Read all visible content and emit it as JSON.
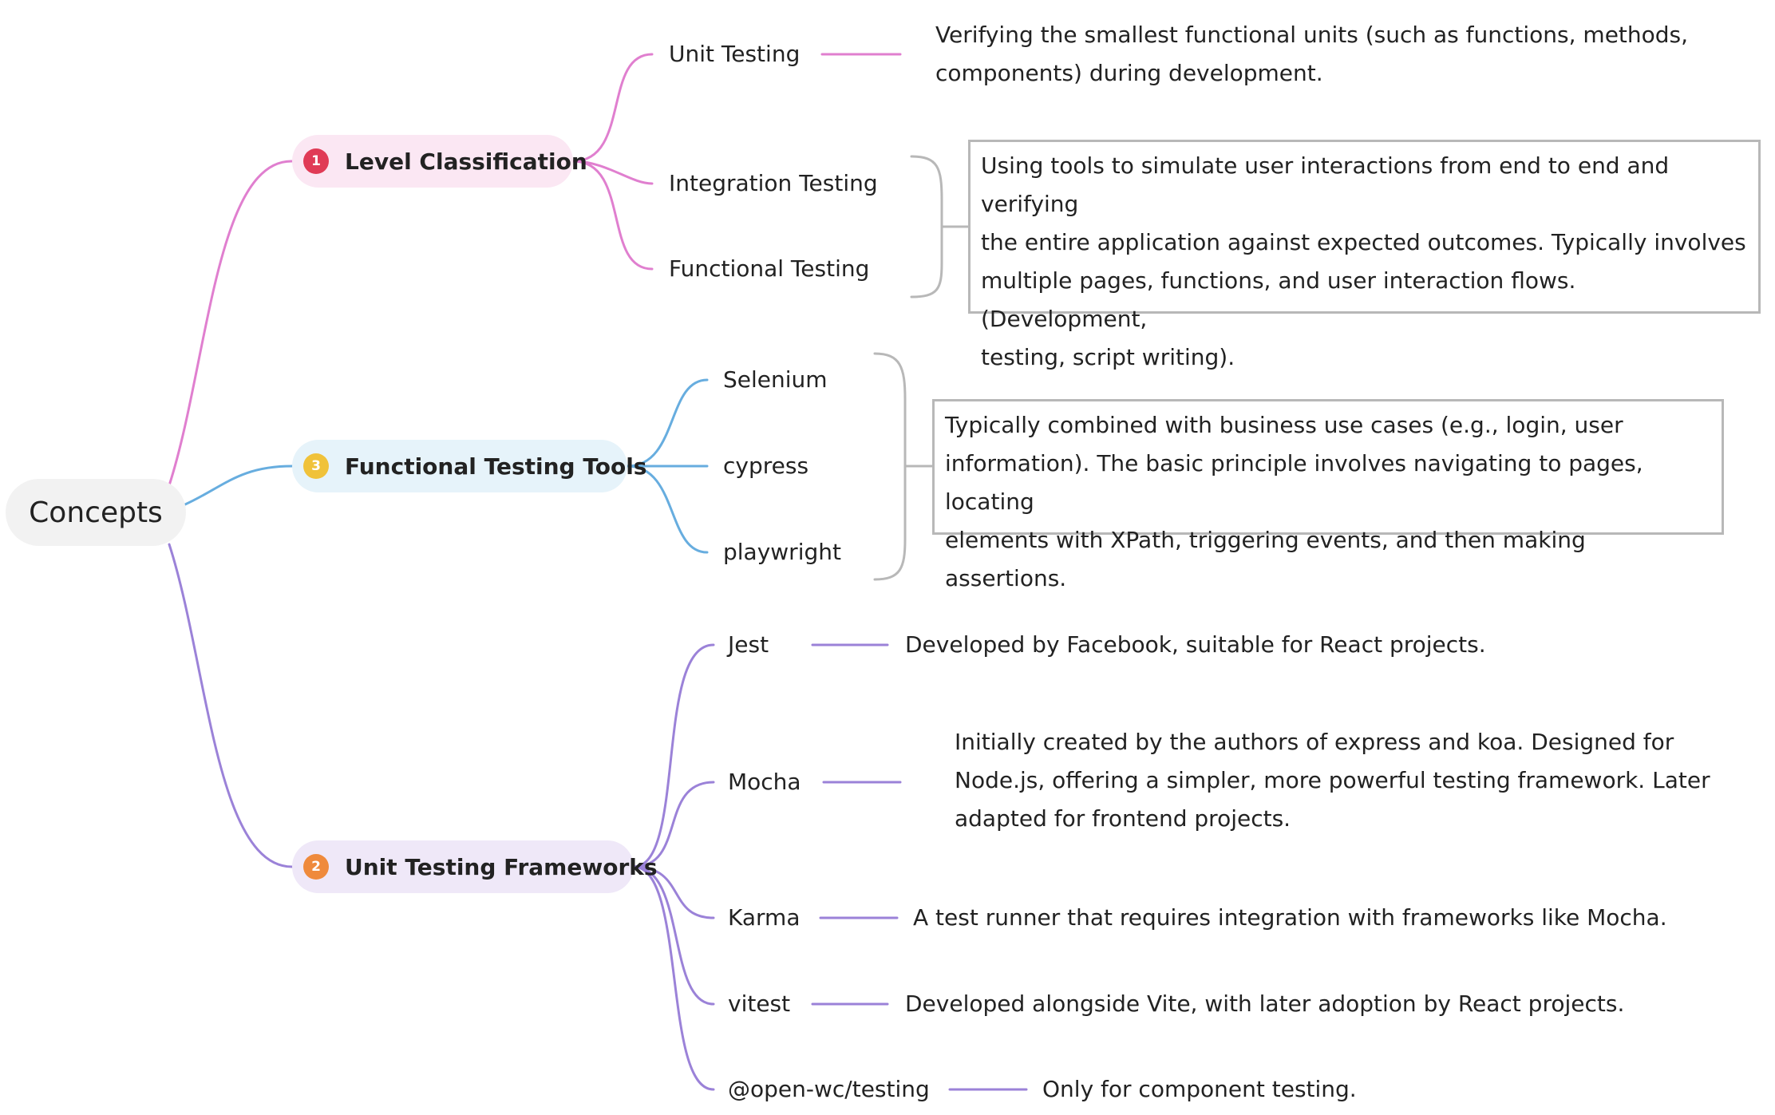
{
  "root": {
    "label": "Concepts"
  },
  "colors": {
    "pink": "#e07fcf",
    "blue": "#67addf",
    "purple": "#9b82d8",
    "bracket": "#b8b8b8"
  },
  "branches": [
    {
      "badge": "1",
      "label": "Level Classification",
      "badge_color": "#e03b56",
      "bg": "#fbe7f3",
      "leaves": [
        "Unit Testing",
        "Integration Testing",
        "Functional Testing"
      ],
      "unit_desc": [
        "Verifying the smallest functional units (such as functions, methods,",
        "components) during development."
      ],
      "group_note": [
        "Using tools to simulate user interactions from end to end and verifying",
        "the entire application against expected outcomes. Typically involves",
        "multiple pages, functions, and user interaction flows. (Development,",
        "testing, script writing)."
      ]
    },
    {
      "badge": "3",
      "label": "Functional Testing Tools",
      "badge_color": "#f0c23a",
      "bg": "#e6f3fa",
      "leaves": [
        "Selenium",
        "cypress",
        "playwright"
      ],
      "group_note": [
        "Typically combined with business use cases (e.g., login, user",
        "information). The basic principle involves navigating to pages, locating",
        "elements with XPath, triggering events, and then making assertions."
      ]
    },
    {
      "badge": "2",
      "label": "Unit Testing Frameworks",
      "badge_color": "#ef8a3c",
      "bg": "#efe8f8",
      "leaves": [
        {
          "name": "Jest",
          "desc": [
            "Developed by Facebook, suitable for React projects."
          ]
        },
        {
          "name": "Mocha",
          "desc": [
            "Initially created by the authors of express and koa. Designed for",
            "Node.js, offering a simpler, more powerful testing framework. Later",
            "adapted for frontend projects."
          ]
        },
        {
          "name": "Karma",
          "desc": [
            "A test runner that requires integration with frameworks like Mocha."
          ]
        },
        {
          "name": "vitest",
          "desc": [
            "Developed alongside Vite, with later adoption by React projects."
          ]
        },
        {
          "name": "@open-wc/testing",
          "desc": [
            "Only for component testing."
          ]
        }
      ]
    }
  ]
}
